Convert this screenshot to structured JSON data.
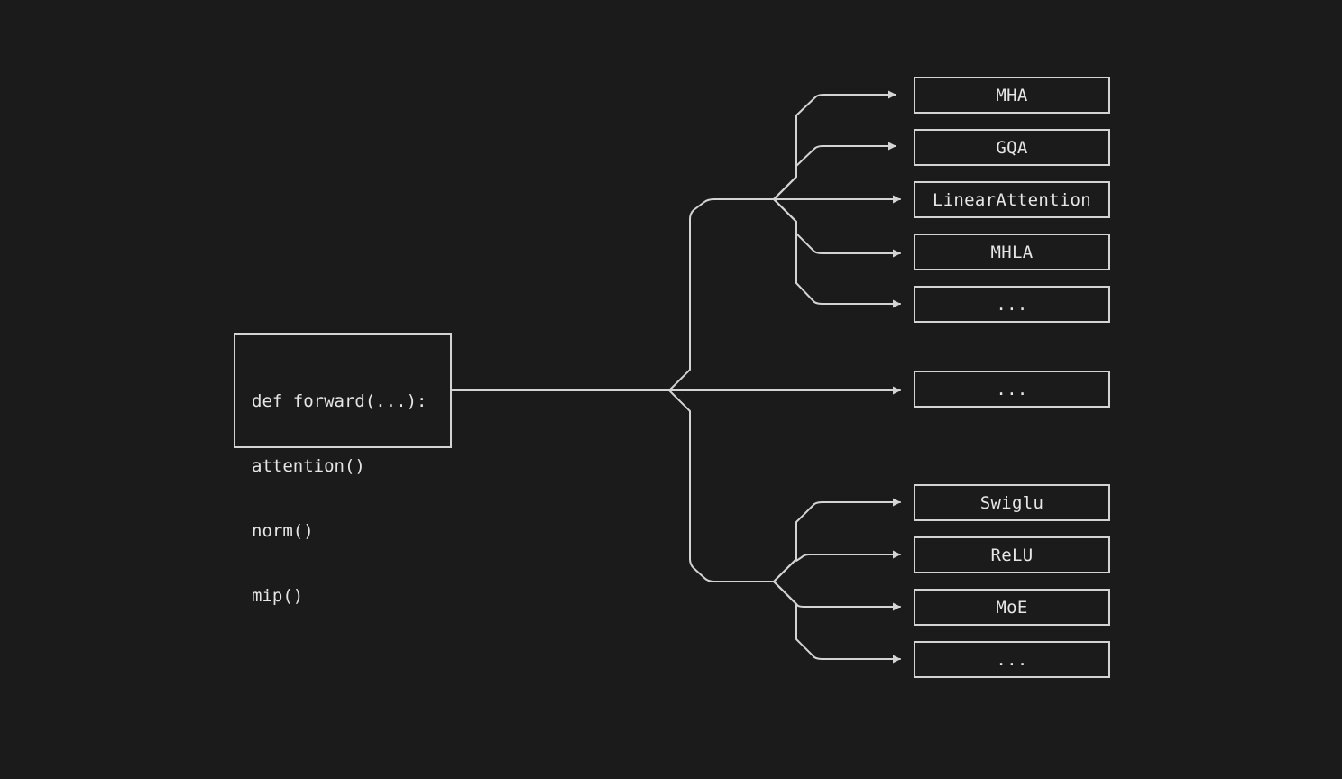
{
  "source": {
    "lines": [
      "def forward(...):",
      "attention()",
      "norm()",
      "mip()"
    ]
  },
  "groups": {
    "attention": {
      "nodes": [
        "MHA",
        "GQA",
        "LinearAttention",
        "MHLA",
        "..."
      ]
    },
    "middle": {
      "nodes": [
        "..."
      ]
    },
    "mlp": {
      "nodes": [
        "Swiglu",
        "ReLU",
        "MoE",
        "..."
      ]
    }
  },
  "colors": {
    "background": "#1b1b1b",
    "stroke": "#d4d4d4",
    "text": "#e6e6e6"
  }
}
